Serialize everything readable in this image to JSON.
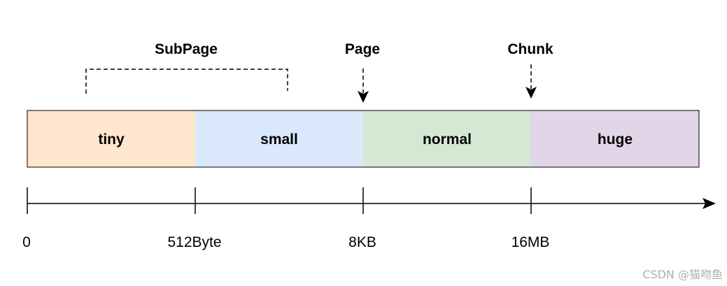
{
  "diagram": {
    "segments": [
      {
        "label": "tiny",
        "color": "#ffe6cc"
      },
      {
        "label": "small",
        "color": "#dae8fc"
      },
      {
        "label": "normal",
        "color": "#d5e8d4"
      },
      {
        "label": "huge",
        "color": "#e1d5e7"
      }
    ],
    "markers": [
      {
        "label": "SubPage"
      },
      {
        "label": "Page"
      },
      {
        "label": "Chunk"
      }
    ],
    "axis": {
      "ticks": [
        "0",
        "512Byte",
        "8KB",
        "16MB"
      ]
    },
    "watermark": "CSDN @猫吻鱼",
    "colors": {
      "stroke": "#000000",
      "watermark": "#b0b0b0"
    }
  }
}
